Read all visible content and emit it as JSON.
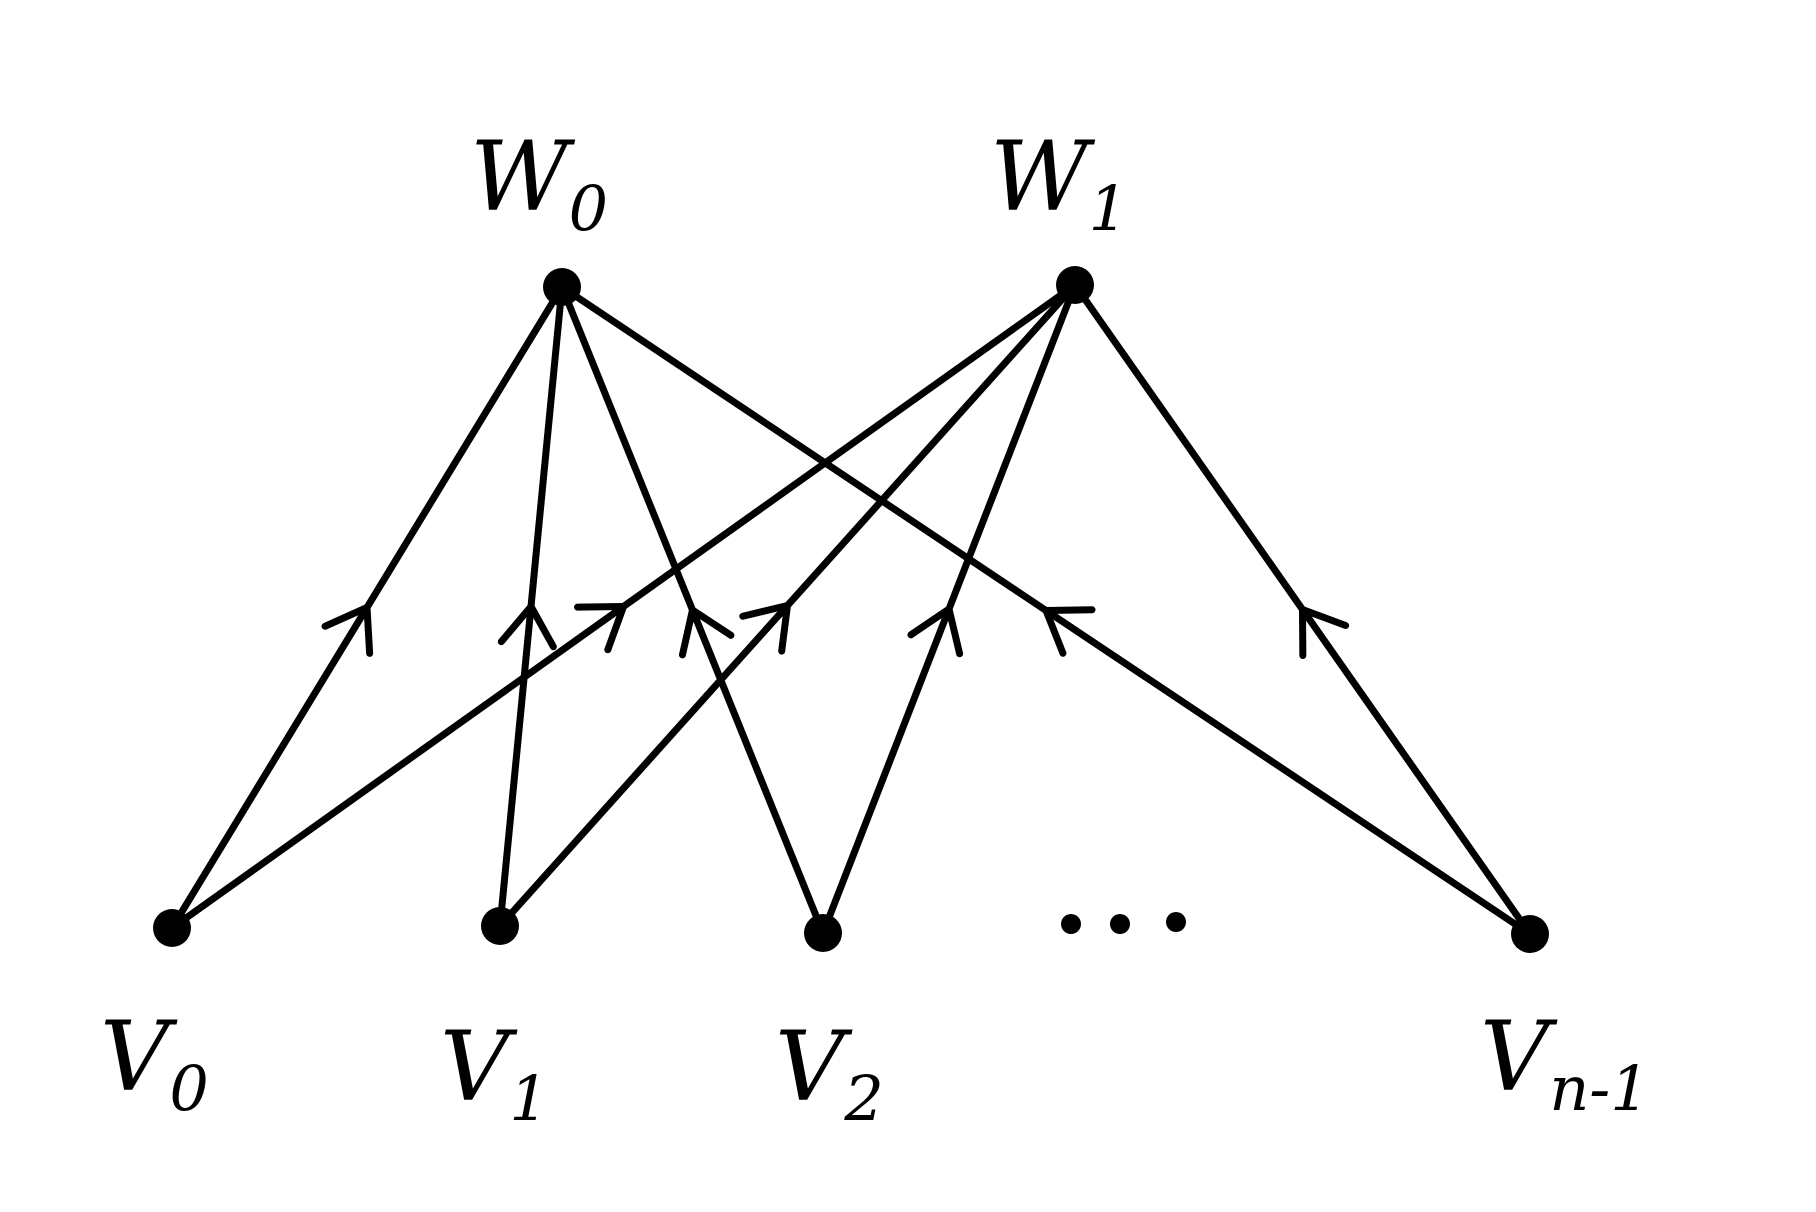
{
  "diagram": {
    "top_nodes": [
      {
        "id": "w0",
        "name": "W",
        "sub": "0"
      },
      {
        "id": "w1",
        "name": "W",
        "sub": "1"
      }
    ],
    "bottom_nodes": [
      {
        "id": "v0",
        "name": "V",
        "sub": "0"
      },
      {
        "id": "v1",
        "name": "V",
        "sub": "1"
      },
      {
        "id": "v2",
        "name": "V",
        "sub": "2"
      },
      {
        "id": "vn1",
        "name": "V",
        "sub": "n-1"
      }
    ],
    "ellipsis": "...",
    "edges": [
      {
        "from": "v0",
        "to": "w0",
        "directed": true
      },
      {
        "from": "v1",
        "to": "w0",
        "directed": true
      },
      {
        "from": "v2",
        "to": "w0",
        "directed": true
      },
      {
        "from": "vn1",
        "to": "w0",
        "directed": true
      },
      {
        "from": "v0",
        "to": "w1",
        "directed": true
      },
      {
        "from": "v1",
        "to": "w1",
        "directed": true
      },
      {
        "from": "v2",
        "to": "w1",
        "directed": true
      },
      {
        "from": "vn1",
        "to": "w1",
        "directed": true
      }
    ],
    "stroke_color": "#000000",
    "background_color": "#ffffff"
  }
}
